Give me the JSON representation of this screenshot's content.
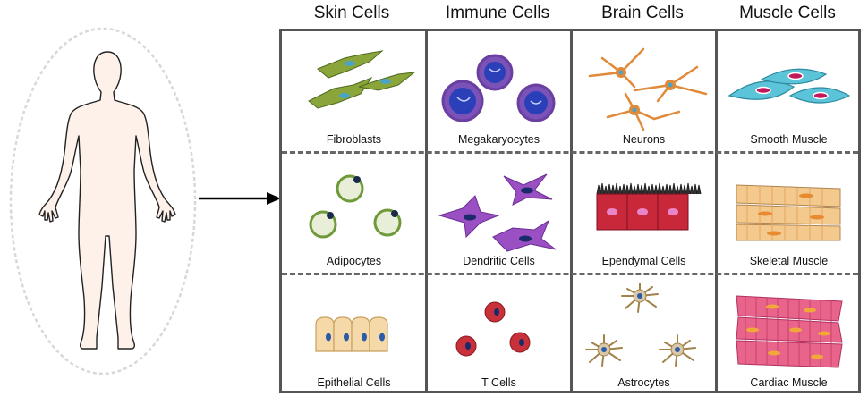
{
  "columns": [
    {
      "title": "Skin Cells",
      "cells": [
        "Fibroblasts",
        "Adipocytes",
        "Epithelial Cells"
      ]
    },
    {
      "title": "Immune Cells",
      "cells": [
        "Megakaryocytes",
        "Dendritic Cells",
        "T Cells"
      ]
    },
    {
      "title": "Brain Cells",
      "cells": [
        "Neurons",
        "Ependymal Cells",
        "Astrocytes"
      ]
    },
    {
      "title": "Muscle Cells",
      "cells": [
        "Smooth Muscle",
        "Skeletal Muscle",
        "Cardiac Muscle"
      ]
    }
  ],
  "colors": {
    "grid_border": "#555555",
    "fibroblast": "#7a9a2e",
    "adipocyte": "#8fbf4a",
    "epithelial": "#f6d9a8",
    "megakaryocyte": "#2a3fb8",
    "dendritic": "#9a4fc2",
    "t_cell": "#c8303a",
    "neuron": "#e08a3a",
    "ependymal": "#c8283a",
    "astrocyte": "#b79a72",
    "smooth_muscle": "#5cc4d8",
    "skeletal_muscle": "#f3c98e",
    "cardiac_muscle": "#e8648a"
  }
}
